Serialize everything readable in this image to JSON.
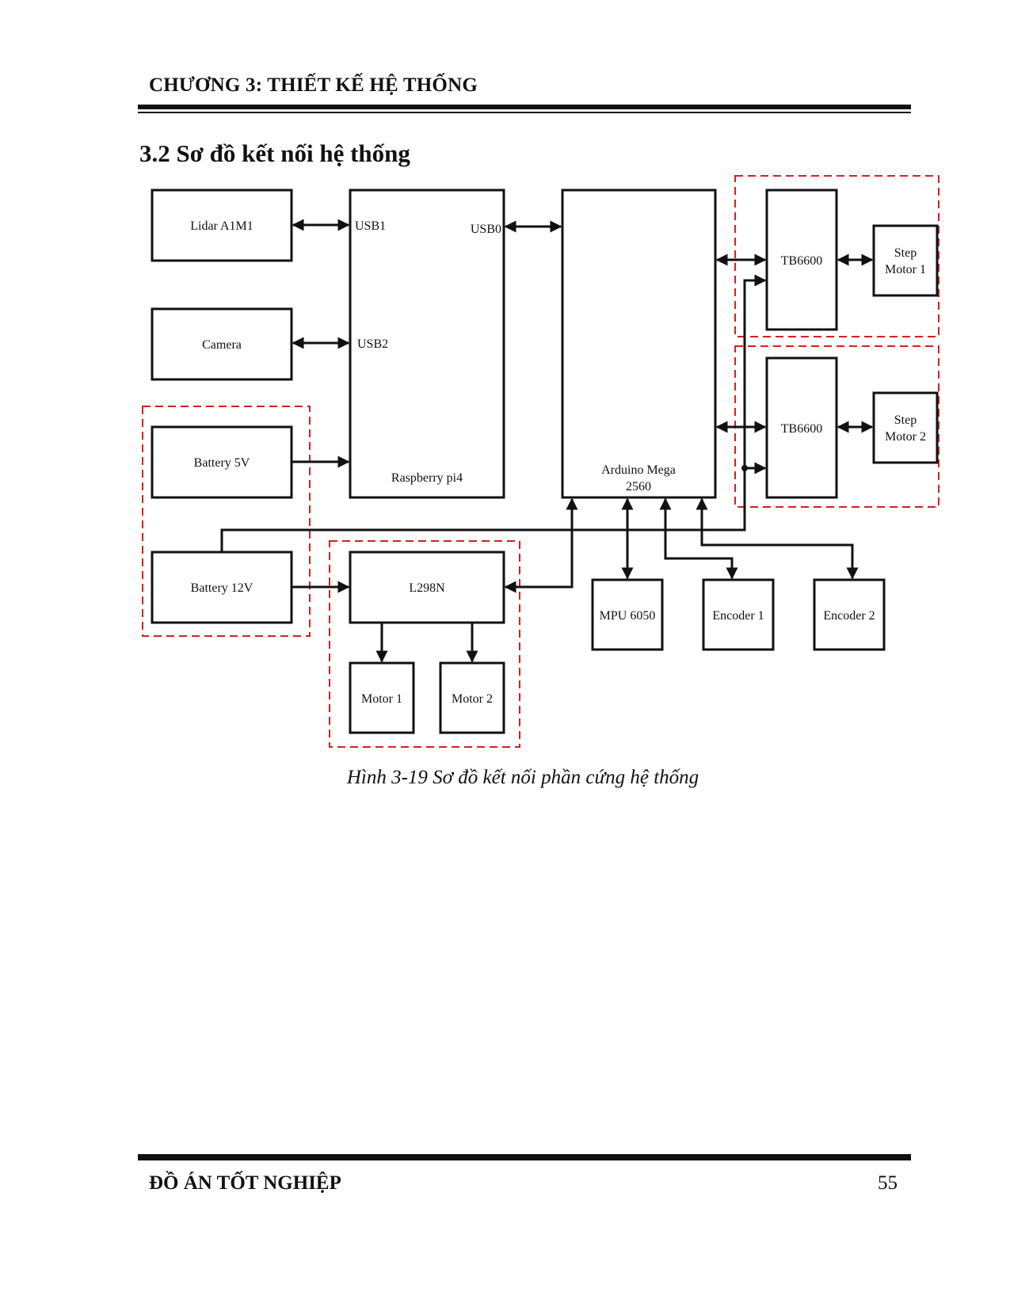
{
  "header": {
    "chapter": "CHƯƠNG 3: THIẾT KẾ HỆ THỐNG"
  },
  "section": {
    "title": "3.2 Sơ đồ kết nối hệ thống"
  },
  "diagram": {
    "lidar": "Lidar A1M1",
    "camera": "Camera",
    "battery5v": "Battery 5V",
    "battery12v": "Battery 12V",
    "rpi": "Raspberry pi4",
    "usb1": "USB1",
    "usb2": "USB2",
    "usb0": "USB0",
    "arduino_line1": "Arduino Mega",
    "arduino_line2": "2560",
    "driver_top": "TB6600",
    "driver_bottom": "TB6600",
    "step_motor1_line1": "Step",
    "step_motor1_line2": "Motor 1",
    "step_motor2_line1": "Step",
    "step_motor2_line2": "Motor 2",
    "l298n": "L298N",
    "motor1": "Motor 1",
    "motor2": "Motor 2",
    "mpu": "MPU 6050",
    "encoder1": "Encoder 1",
    "encoder2": "Encoder 2"
  },
  "caption": "Hình 3-19 Sơ đồ kết nối phần cứng hệ thống",
  "footer": {
    "title": "ĐỒ ÁN TỐT NGHIỆP",
    "page": "55"
  },
  "colors": {
    "group_border": "#d42020",
    "line": "#111111"
  }
}
